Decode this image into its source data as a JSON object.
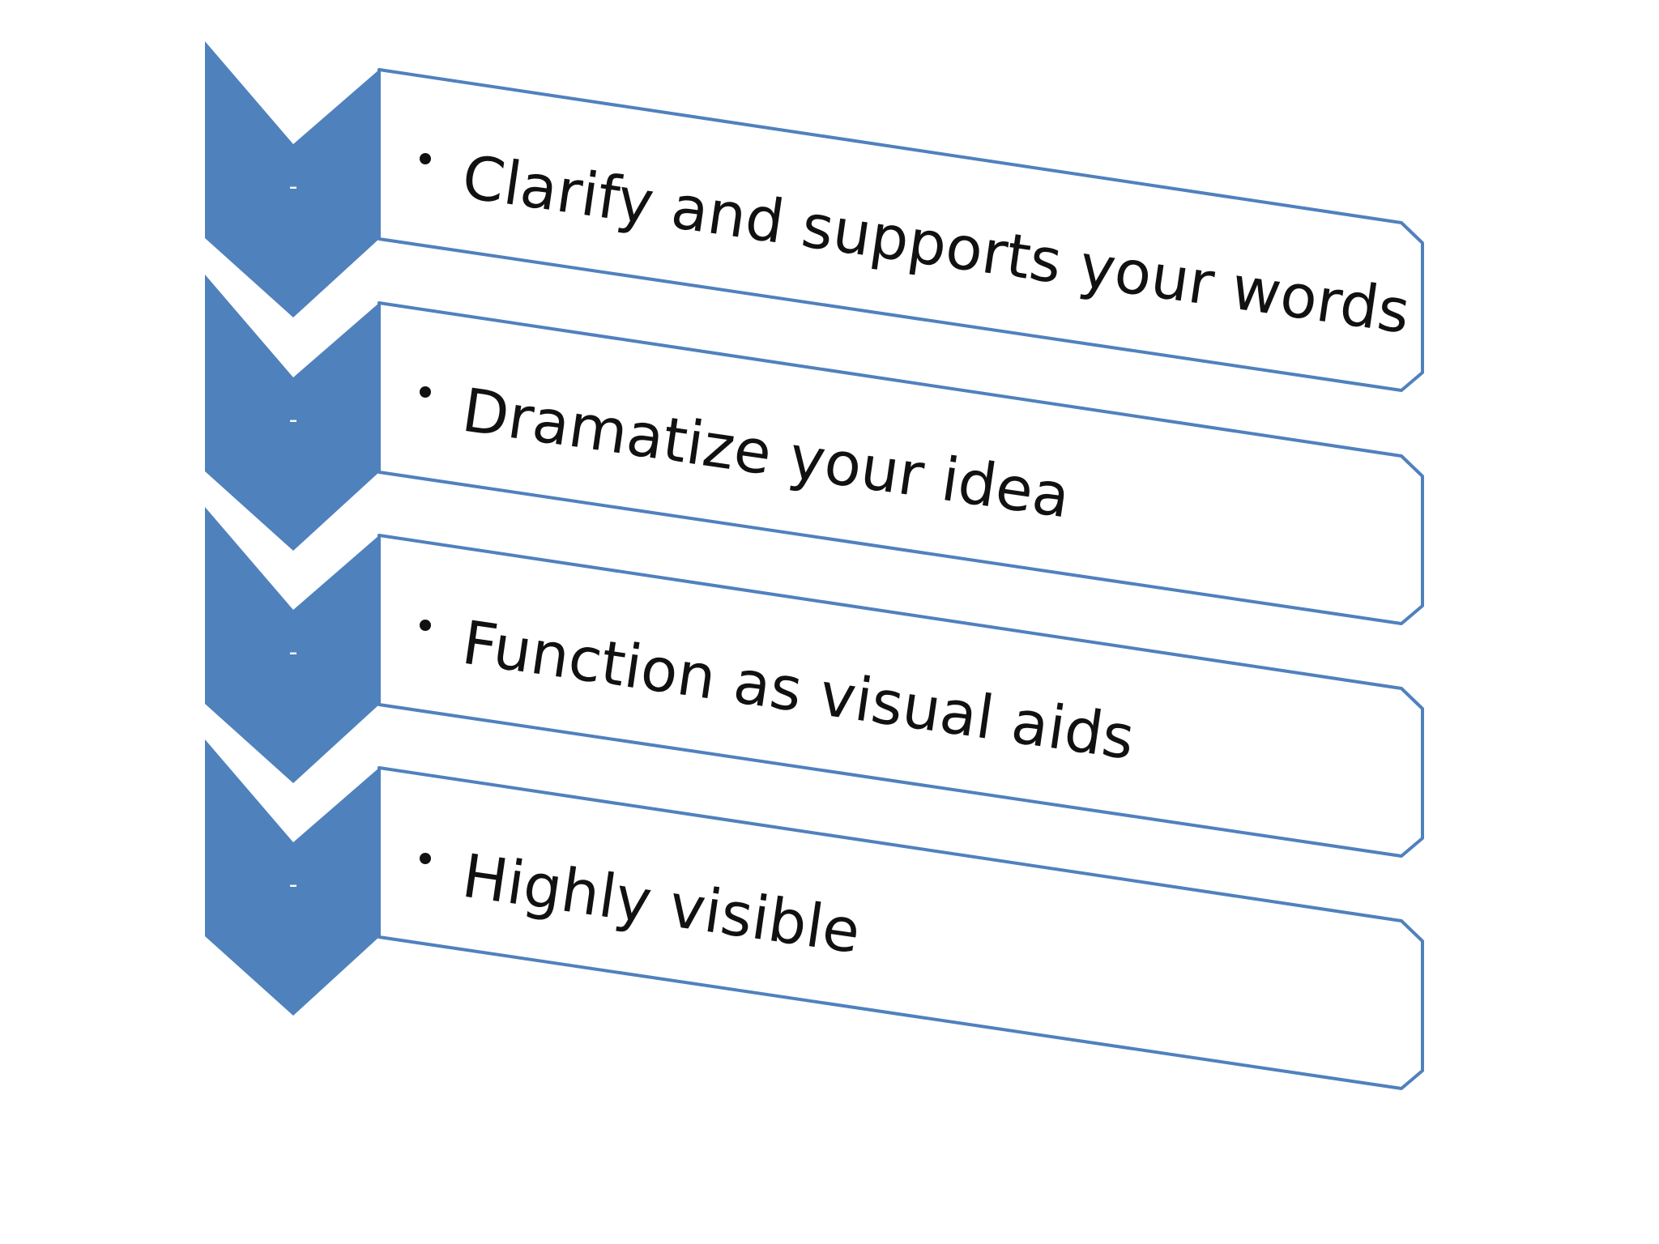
{
  "diagram": {
    "items": [
      {
        "marker": "-",
        "text": "Clarify and supports your words"
      },
      {
        "marker": "-",
        "text": "Dramatize your idea"
      },
      {
        "marker": "-",
        "text": "Function as visual aids"
      },
      {
        "marker": "-",
        "text": "Highly visible"
      }
    ],
    "colors": {
      "accent": "#4f81bd",
      "box_fill": "#ffffff",
      "text": "#111111",
      "background": "#ffffff"
    }
  }
}
